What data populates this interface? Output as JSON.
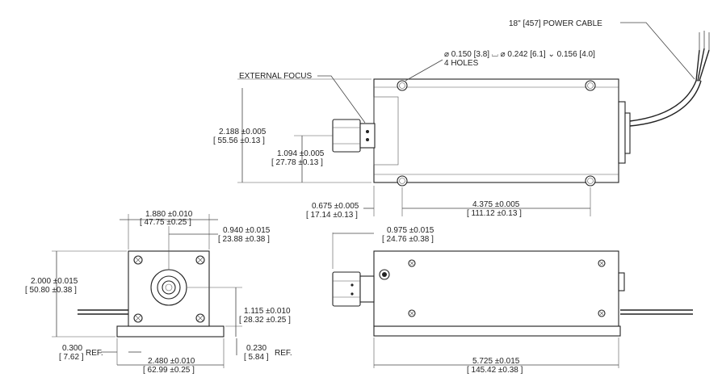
{
  "labels": {
    "power_cable": "18\" [457] POWER CABLE",
    "holes_spec": "⌀ 0.150 [3.8] ⌴ ⌀ 0.242 [6.1] ⌄ 0.156 [4.0]",
    "holes_count": "4 HOLES",
    "external_focus": "EXTERNAL FOCUS"
  },
  "dims": {
    "top_height": {
      "a": "2.188 ±0.005",
      "b": "[ 55.56 ±0.13 ]"
    },
    "top_focus_center": {
      "a": "1.094 ±0.005",
      "b": "[ 27.78 ±0.13 ]"
    },
    "top_hole_offset": {
      "a": "0.675 ±0.005",
      "b": "[ 17.14 ±0.13 ]"
    },
    "top_hole_spacing": {
      "a": "4.375 ±0.005",
      "b": "[ 111.12 ±0.13 ]"
    },
    "end_width": {
      "a": "1.880 ±0.010",
      "b": "[ 47.75 ±0.25 ]"
    },
    "end_half_width": {
      "a": "0.940 ±0.015",
      "b": "[ 23.88 ±0.38 ]"
    },
    "end_height": {
      "a": "2.000 ±0.015",
      "b": "[ 50.80 ±0.38 ]"
    },
    "end_center_height": {
      "a": "1.115 ±0.010",
      "b": "[ 28.32 ±0.25 ]"
    },
    "end_flange_left": {
      "a": "0.300",
      "b": "[ 7.62 ]",
      "ref": "REF."
    },
    "end_flange_thk": {
      "a": "0.230",
      "b": "[ 5.84 ]",
      "ref": "REF."
    },
    "end_base_width": {
      "a": "2.480 ±0.010",
      "b": "[ 62.99 ±0.25 ]"
    },
    "side_focus_len": {
      "a": "0.975 ±0.015",
      "b": "[ 24.76 ±0.38 ]"
    },
    "side_length": {
      "a": "5.725 ±0.015",
      "b": "[ 145.42 ±0.38 ]"
    }
  }
}
